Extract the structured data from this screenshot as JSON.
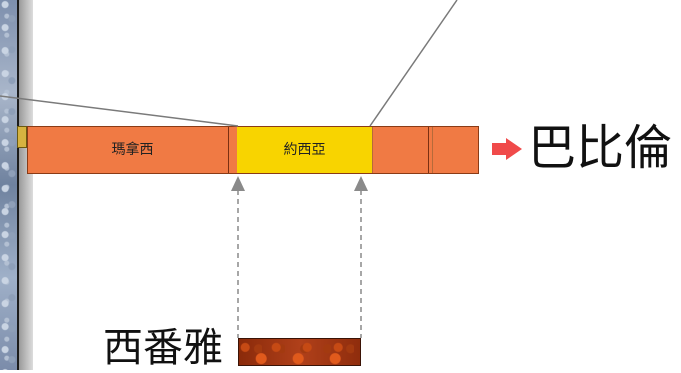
{
  "timeline": {
    "segments": [
      {
        "label": "瑪拿西"
      },
      {
        "label": "約西亞"
      }
    ]
  },
  "destination": {
    "label": "巴比倫",
    "arrow_color": "#f04a4a"
  },
  "source": {
    "label": "西番雅"
  },
  "colors": {
    "timeline_fill": "#f07a44",
    "josiah_fill": "#f8d400",
    "connector_line": "#7a7a7a"
  }
}
